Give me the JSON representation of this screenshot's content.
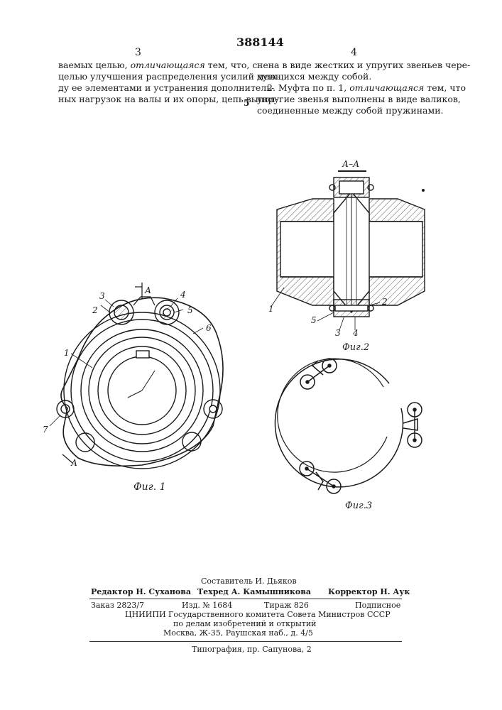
{
  "header": {
    "patent_number": "388144",
    "left_column_number": "3",
    "right_column_number": "4",
    "line_number": "5"
  },
  "left_column": {
    "lines": [
      [
        "ваемых целью, ",
        "отличающаяся",
        " тем, что, с"
      ],
      [
        "целью улучшения распределения усилий меж-"
      ],
      [
        "ду ее элементами и устранения дополнитель-"
      ],
      [
        "ных нагрузок на валы и их опоры, цепь выпол-"
      ]
    ]
  },
  "right_column": {
    "lines": [
      [
        "нена в виде жестких и упругих звеньев чере-"
      ],
      [
        "дующихся между собой."
      ],
      [
        "2. Муфта по п. 1, ",
        "отличающаяся",
        " тем, что"
      ],
      [
        "упругие звенья выполнены в виде валиков,"
      ],
      [
        "соединенные между собой пружинами."
      ]
    ]
  },
  "figures": {
    "fig1": {
      "caption": "Фиг. 1",
      "section_mark": "А",
      "callouts": [
        "1",
        "2",
        "3",
        "4",
        "5",
        "6",
        "7"
      ]
    },
    "fig2": {
      "caption": "Фиг.2",
      "section_label": "А–А",
      "callouts": [
        "1",
        "2",
        "3",
        "4",
        "5"
      ]
    },
    "fig3": {
      "caption": "Фиг.3"
    }
  },
  "footer": {
    "compiler": "Составитель И. Дьяков",
    "editor": "Редактор Н. Суханова",
    "techred": "Техред А. Камышникова",
    "corrector": "Корректор Н. Аук",
    "order": "Заказ 2823/7",
    "issue": "Изд. № 1684",
    "circulation": "Тираж 826",
    "subscription": "Подписное",
    "institute_line1": "ЦНИИПИ Государственного комитета Совета Министров СССР",
    "institute_line2": "по делам изобретений и открытий",
    "institute_line3": "Москва, Ж-35, Раушская наб., д. 4/5",
    "printing_house": "Типография, пр. Сапунова, 2"
  }
}
